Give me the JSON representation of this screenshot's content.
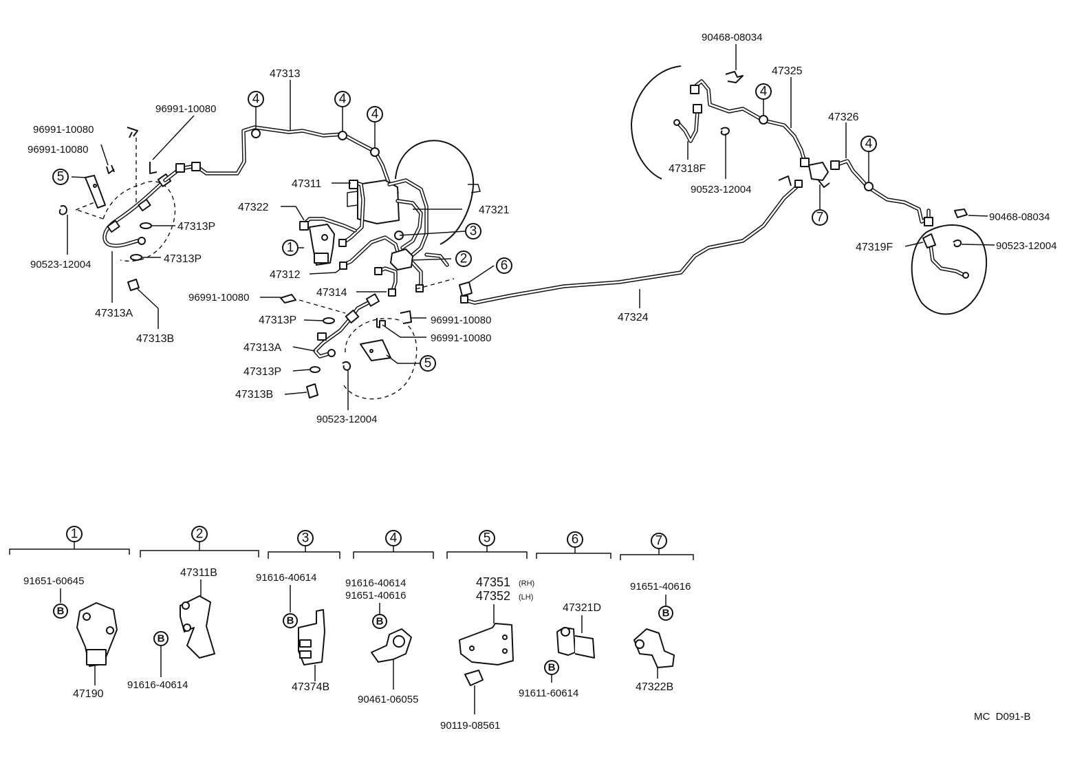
{
  "diagram_code": "MC  D091-B",
  "circled": [
    "1",
    "2",
    "3",
    "4",
    "5",
    "6",
    "7"
  ],
  "marker_b": "B",
  "labels": {
    "p47313_top": "47313",
    "p96991_a": "96991-10080",
    "p96991_b": "96991-10080",
    "p96991_c": "96991-10080",
    "p47313P_a": "47313P",
    "p47313P_b": "47313P",
    "p90523_left": "90523-12004",
    "p47313A_left": "47313A",
    "p47313B_left": "47313B",
    "p47311": "47311",
    "p47322": "47322",
    "p47321": "47321",
    "p47312": "47312",
    "p47314": "47314",
    "p96991_mid": "96991-10080",
    "p47313P_mid1": "47313P",
    "p47313A_mid": "47313A",
    "p47313P_mid2": "47313P",
    "p47313B_mid": "47313B",
    "p90523_mid": "90523-12004",
    "p96991_r1": "96991-10080",
    "p96991_r2": "96991-10080",
    "p47324": "47324",
    "p90468_top": "90468-08034",
    "p47325": "47325",
    "p47318F": "47318F",
    "p90523_rtop": "90523-12004",
    "p47326": "47326",
    "p90468_right": "90468-08034",
    "p47319F": "47319F",
    "p90523_right": "90523-12004"
  },
  "groups": [
    {
      "num": "1",
      "parts": [
        "91651-60645",
        "47190"
      ]
    },
    {
      "num": "2",
      "parts": [
        "47311B",
        "91616-40614"
      ]
    },
    {
      "num": "3",
      "parts": [
        "91616-40614",
        "47374B"
      ]
    },
    {
      "num": "4",
      "parts": [
        "91616-40614",
        "91651-40616",
        "90461-06055"
      ]
    },
    {
      "num": "5",
      "parts": [
        "47351",
        "(RH)",
        "47352",
        "(LH)",
        "90119-08561"
      ]
    },
    {
      "num": "6",
      "parts": [
        "47321D",
        "91611-60614"
      ]
    },
    {
      "num": "7",
      "parts": [
        "91651-40616",
        "47322B"
      ]
    }
  ]
}
